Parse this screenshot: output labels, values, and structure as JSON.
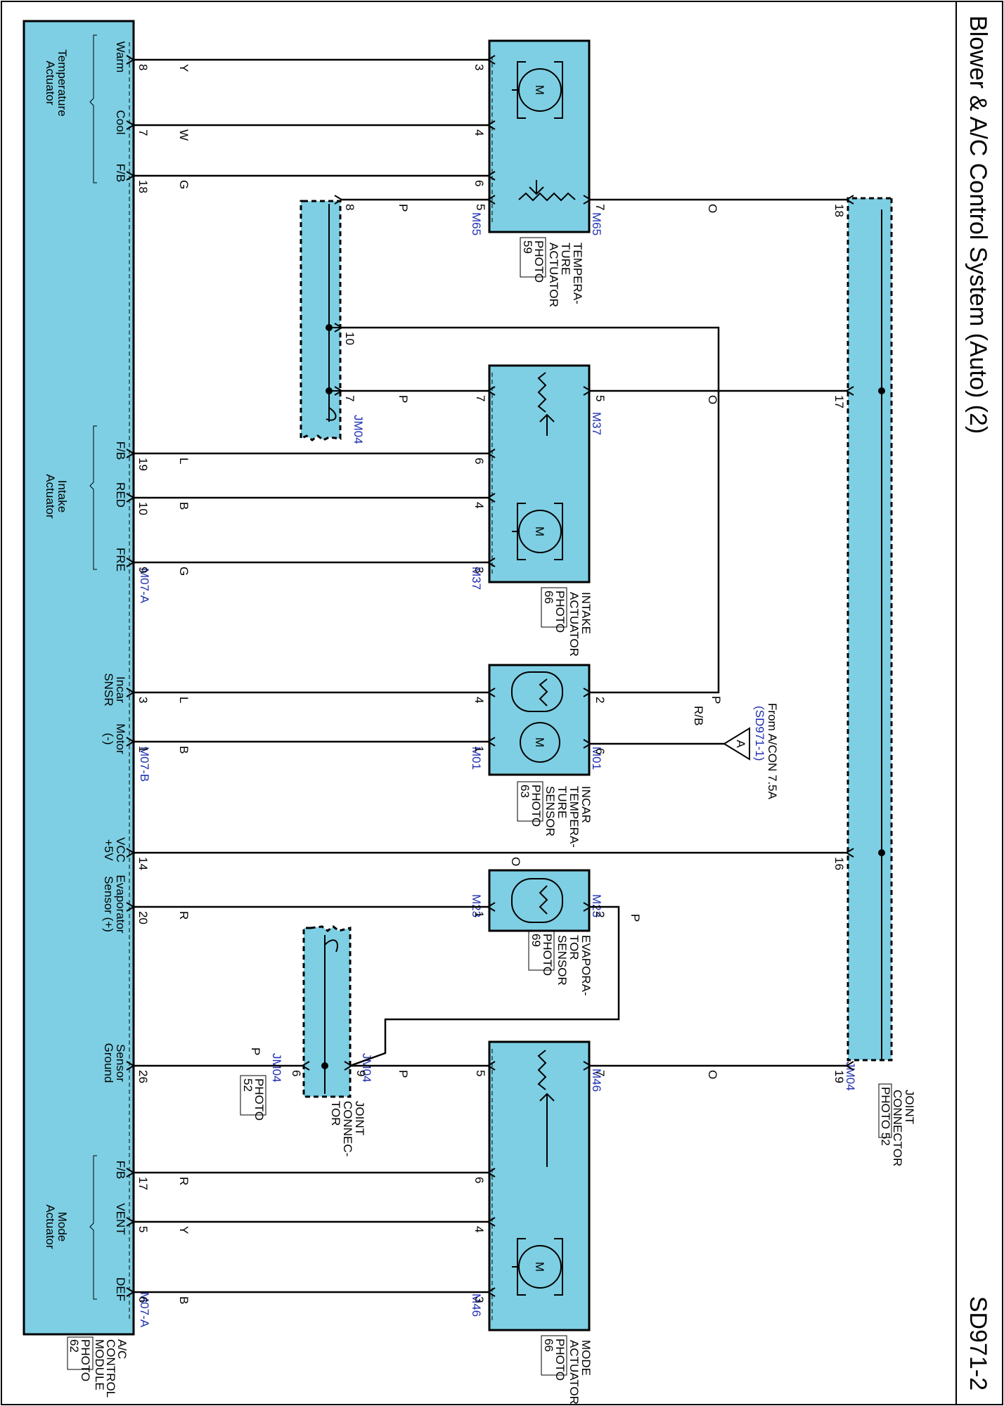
{
  "page": {
    "title": "Blower & A/C Control System (Auto) (2)",
    "code": "SD971-2"
  },
  "colors": {
    "component_fill": "#7ecfe3",
    "wire": "#000000",
    "connector_label": "#1f2fb0"
  },
  "module": {
    "name_lines": [
      "A/C",
      "CONTROL",
      "MODULE"
    ],
    "photo_lines": [
      "PHOTO",
      "62"
    ],
    "connectors": [
      "M07-A",
      "M07-B",
      "M07-A"
    ],
    "groups": [
      {
        "lines": [
          "Temperature",
          "Actuator"
        ]
      },
      {
        "lines": [
          "Intake",
          "Actuator"
        ]
      },
      {
        "lines": [
          "Mode",
          "Actuator"
        ]
      }
    ],
    "pins": [
      {
        "num": "8",
        "label": "Warm"
      },
      {
        "num": "7",
        "label": "Cool"
      },
      {
        "num": "18",
        "label": "F/B"
      },
      {
        "num": "19",
        "label": "F/B"
      },
      {
        "num": "10",
        "label": "RED"
      },
      {
        "num": "9",
        "label": "FRE"
      },
      {
        "num": "3",
        "label": "Incar SNSR"
      },
      {
        "num": "1",
        "label": "Motor (-)"
      },
      {
        "num": "14",
        "label": "VCC +5V"
      },
      {
        "num": "20",
        "label": "Evaporator Sensor (+)"
      },
      {
        "num": "26",
        "label": "Sensor Ground"
      },
      {
        "num": "17",
        "label": "F/B"
      },
      {
        "num": "5",
        "label": "VENT"
      },
      {
        "num": "6",
        "label": "DEF"
      }
    ]
  },
  "components": {
    "temperature_actuator": {
      "lines": [
        "TEMPERA-",
        "TURE",
        "ACTUATOR"
      ],
      "photo": [
        "PHOTO",
        "59"
      ],
      "conn_left": "M65",
      "conn_right": "M65",
      "pins": [
        "3",
        "4",
        "6",
        "5",
        "7"
      ]
    },
    "intake_actuator": {
      "lines": [
        "INTAKE",
        "ACTUATOR"
      ],
      "photo": [
        "PHOTO",
        "66"
      ],
      "conn_left": "M37",
      "conn_right": "M37",
      "pins": [
        "7",
        "6",
        "4",
        "3",
        "5"
      ]
    },
    "incar_sensor": {
      "lines": [
        "INCAR",
        "TEMPERA-",
        "TURE",
        "SENSOR"
      ],
      "photo": [
        "PHOTO",
        "63"
      ],
      "conn_left": "M01",
      "conn_right": "M01",
      "pins": [
        "4",
        "1",
        "2",
        "6"
      ]
    },
    "evaporator_sensor": {
      "lines": [
        "EVAPORA-",
        "TOR",
        "SENSOR"
      ],
      "photo": [
        "PHOTO",
        "69"
      ],
      "conn_left": "M23",
      "conn_right": "M23",
      "pins": [
        "1",
        "2"
      ]
    },
    "mode_actuator": {
      "lines": [
        "MODE",
        "ACTUATOR"
      ],
      "photo": [
        "PHOTO",
        "66"
      ],
      "conn_left": "M46",
      "conn_right": "M46",
      "pins": [
        "5",
        "6",
        "4",
        "3",
        "7"
      ]
    },
    "joint_connector_right": {
      "lines": [
        "JOINT",
        "CONNECTOR"
      ],
      "photo": [
        "PHOTO 52"
      ],
      "conn": "JM04",
      "pins": [
        "18",
        "17",
        "16",
        "19"
      ]
    },
    "joint_connector_top": {
      "conn": "JM04",
      "pins": [
        "8",
        "10",
        "7"
      ]
    },
    "joint_connector_bottom": {
      "lines": [
        "JOINT",
        "CONNEC-",
        "TOR"
      ],
      "photo": [
        "PHOTO",
        "52"
      ],
      "conn_left": "JM04",
      "conn_right": "JM04",
      "pins": [
        "6",
        "9"
      ]
    },
    "motor_symbol": "M"
  },
  "wires": {
    "warm": "Y",
    "cool": "W",
    "fb_temp": "G",
    "temp_sensor_p": "P",
    "temp_sensor_o": "O",
    "jm_10": "P",
    "intake_p": "P",
    "intake_o": "O",
    "intake_fb": "L",
    "intake_red": "B",
    "intake_fre": "G",
    "incar": "L",
    "incar_p": "P",
    "motor": "B",
    "motor_rb": "R/B",
    "vcc": "O",
    "evap": "R",
    "evap_p": "P",
    "ground_p": "P",
    "ground_p2": "P",
    "mode_o": "O",
    "mode_fb": "R",
    "vent": "Y",
    "def": "B"
  },
  "source": {
    "letter": "A",
    "lines": [
      "From A/CON 7.5A",
      "(SD971-1)"
    ]
  }
}
